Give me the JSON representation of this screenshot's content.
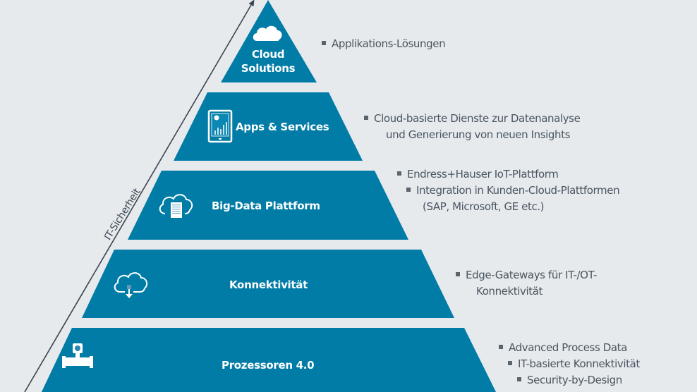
{
  "diagram": {
    "type": "pyramid",
    "colors": {
      "background": "#e6eaed",
      "layer_fill": "#007ca6",
      "layer_text": "#ffffff",
      "description_text": "#4a5560",
      "arrow": "#3a4550"
    },
    "axis_label": "IT-Sicherheit",
    "layers": [
      {
        "label_lines": [
          "Cloud",
          "Solutions"
        ],
        "icon": "cloud-icon",
        "descriptions": [
          "Applikations-Lösungen"
        ]
      },
      {
        "label_lines": [
          "Apps & Services"
        ],
        "icon": "tablet-chart-icon",
        "descriptions": [
          "Cloud-basierte Dienste zur Datenanalyse",
          "und Generierung von neuen Insights"
        ]
      },
      {
        "label_lines": [
          "Big-Data Plattform"
        ],
        "icon": "cloud-server-icon",
        "descriptions": [
          "Endress+Hauser IoT-Plattform",
          "Integration in Kunden-Cloud-Plattformen",
          "(SAP, Microsoft, GE etc.)"
        ]
      },
      {
        "label_lines": [
          "Konnektivität"
        ],
        "icon": "cloud-download-icon",
        "descriptions": [
          "Edge-Gateways für IT-/OT-",
          "Konnektivität"
        ]
      },
      {
        "label_lines": [
          "Prozessoren 4.0"
        ],
        "icon": "flowmeter-icon",
        "descriptions": [
          "Advanced Process Data",
          "IT-basierte Konnektivität",
          "Security-by-Design"
        ]
      }
    ]
  }
}
